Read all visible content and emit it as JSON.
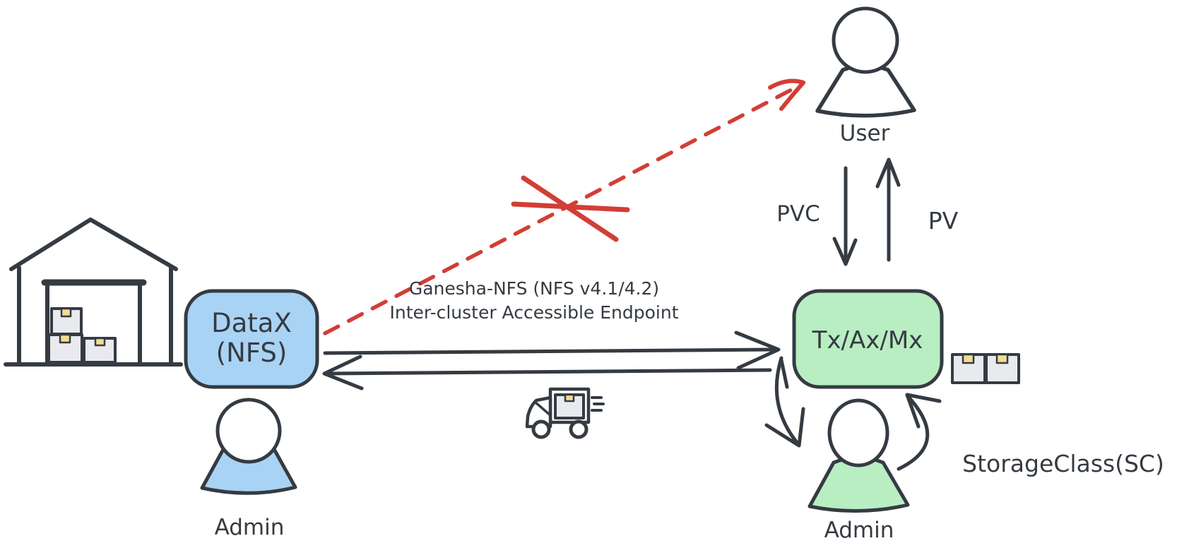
{
  "colors": {
    "ink": "#353b42",
    "red": "#d23e36",
    "blue_fill": "#a9d3f5",
    "green_fill": "#b9edc2",
    "carton_fill": "#e8eaed",
    "tape_fill": "#f3dd92"
  },
  "nodes": {
    "datax": {
      "line1": "DataX",
      "line2": "(NFS)"
    },
    "txaxmx": {
      "label": "Tx/Ax/Mx"
    }
  },
  "actors": {
    "user": {
      "label": "User"
    },
    "admin_left": {
      "label": "Admin"
    },
    "admin_right": {
      "label": "Admin"
    }
  },
  "labels": {
    "endpoint_line1": "Ganesha-NFS (NFS v4.1/4.2)",
    "endpoint_line2": "Inter-cluster Accessible Endpoint",
    "pvc": "PVC",
    "pv": "PV",
    "storage_class": "StorageClass(SC)"
  }
}
